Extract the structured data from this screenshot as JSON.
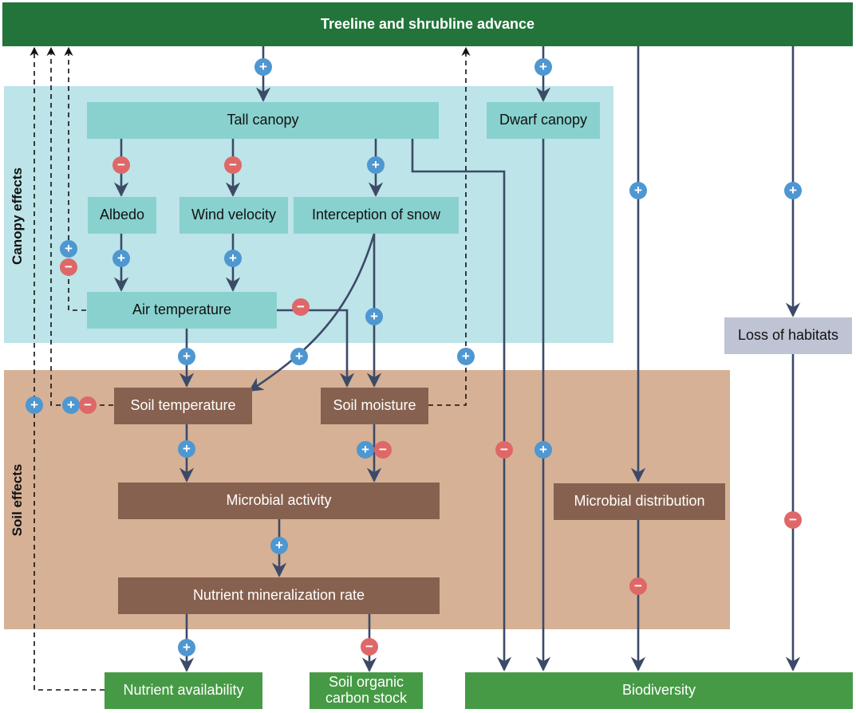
{
  "title": "Treeline and shrubline advance",
  "regions": {
    "canopy": "Canopy effects",
    "soil": "Soil effects"
  },
  "nodes": {
    "tall_canopy": "Tall canopy",
    "dwarf_canopy": "Dwarf canopy",
    "albedo": "Albedo",
    "wind_velocity": "Wind velocity",
    "interception_of_snow": "Interception of snow",
    "air_temperature": "Air temperature",
    "soil_temperature": "Soil temperature",
    "soil_moisture": "Soil moisture",
    "microbial_activity": "Microbial activity",
    "nutrient_mineralization_rate": "Nutrient mineralization rate",
    "microbial_distribution": "Microbial distribution",
    "loss_of_habitats": "Loss of habitats",
    "nutrient_availability": "Nutrient availability",
    "soil_organic_carbon_stock": "Soil organic carbon stock",
    "biodiversity": "Biodiversity"
  },
  "signs": {
    "positive": "+",
    "negative": "−"
  },
  "edges": [
    {
      "from": "Treeline and shrubline advance",
      "to": "Tall canopy",
      "effect": "+"
    },
    {
      "from": "Treeline and shrubline advance",
      "to": "Dwarf canopy",
      "effect": "+"
    },
    {
      "from": "Treeline and shrubline advance",
      "to": "Microbial distribution",
      "effect": "+"
    },
    {
      "from": "Treeline and shrubline advance",
      "to": "Loss of habitats",
      "effect": "+"
    },
    {
      "from": "Tall canopy",
      "to": "Albedo",
      "effect": "−"
    },
    {
      "from": "Tall canopy",
      "to": "Wind velocity",
      "effect": "−"
    },
    {
      "from": "Tall canopy",
      "to": "Interception of snow",
      "effect": "+"
    },
    {
      "from": "Tall canopy",
      "to": "Biodiversity",
      "effect": "−"
    },
    {
      "from": "Dwarf canopy",
      "to": "Biodiversity",
      "effect": "+"
    },
    {
      "from": "Albedo",
      "to": "Air temperature",
      "effect": "+"
    },
    {
      "from": "Wind velocity",
      "to": "Air temperature",
      "effect": "+"
    },
    {
      "from": "Air temperature",
      "to": "Soil temperature",
      "effect": "+"
    },
    {
      "from": "Air temperature",
      "to": "Soil moisture",
      "effect": "−"
    },
    {
      "from": "Interception of snow",
      "to": "Soil temperature",
      "effect": "+"
    },
    {
      "from": "Interception of snow",
      "to": "Soil moisture",
      "effect": "+"
    },
    {
      "from": "Soil temperature",
      "to": "Microbial activity",
      "effect": "+"
    },
    {
      "from": "Soil moisture",
      "to": "Microbial activity",
      "effect": "+/−"
    },
    {
      "from": "Microbial activity",
      "to": "Nutrient mineralization rate",
      "effect": "+"
    },
    {
      "from": "Nutrient mineralization rate",
      "to": "Nutrient availability",
      "effect": "+"
    },
    {
      "from": "Nutrient mineralization rate",
      "to": "Soil organic carbon stock",
      "effect": "−"
    },
    {
      "from": "Microbial distribution",
      "to": "Biodiversity",
      "effect": "−"
    },
    {
      "from": "Loss of habitats",
      "to": "Biodiversity",
      "effect": "−"
    },
    {
      "from": "Air temperature",
      "to": "Treeline and shrubline advance",
      "effect": "+/−",
      "style": "feedback"
    },
    {
      "from": "Soil temperature",
      "to": "Treeline and shrubline advance",
      "effect": "+/−",
      "style": "feedback"
    },
    {
      "from": "Nutrient availability",
      "to": "Treeline and shrubline advance",
      "effect": "+",
      "style": "feedback"
    },
    {
      "from": "Soil moisture",
      "to": "Treeline and shrubline advance",
      "effect": "+",
      "style": "feedback"
    }
  ],
  "colors": {
    "banner": "#22743a",
    "canopy_region": "#bde4e8",
    "canopy_node": "#88d1cf",
    "soil_region": "#d6b196",
    "soil_node": "#87614f",
    "outcome_node": "#469a45",
    "habitat_node": "#bfc4d5",
    "positive": "#4e97d1",
    "negative": "#de6868",
    "edge": "#3c4a68"
  }
}
